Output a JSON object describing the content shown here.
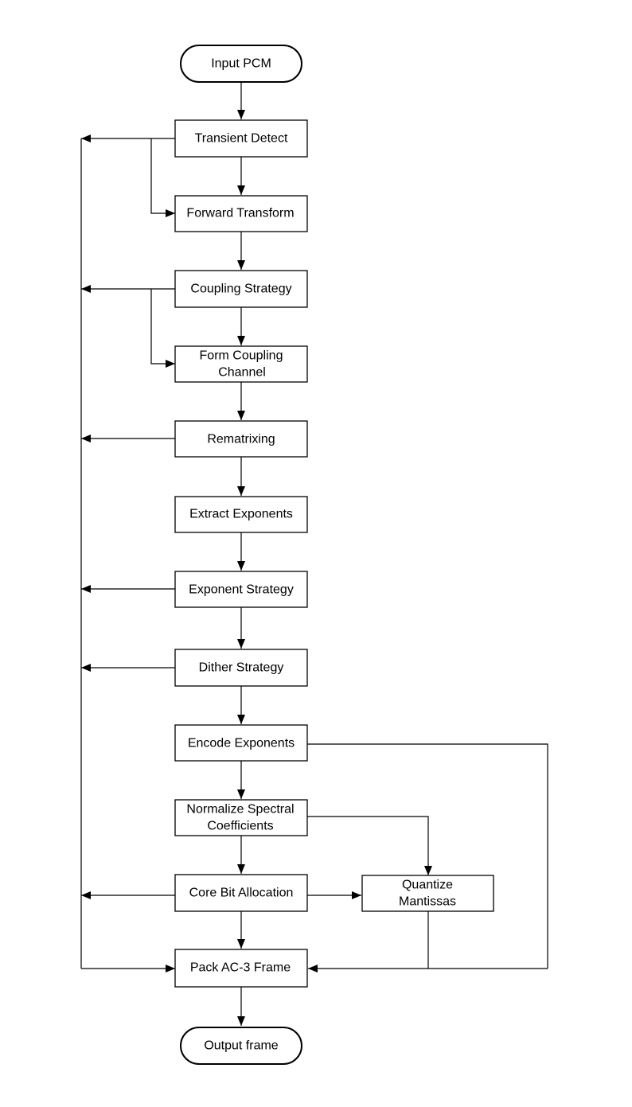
{
  "terminals": {
    "input": "Input PCM",
    "output": "Output frame"
  },
  "steps": {
    "transient_detect": [
      "Transient Detect"
    ],
    "forward_transform": [
      "Forward Transform"
    ],
    "coupling_strategy": [
      "Coupling Strategy"
    ],
    "form_coupling_channel": [
      "Form Coupling",
      "Channel"
    ],
    "rematrixing": [
      "Rematrixing"
    ],
    "extract_exponents": [
      "Extract Exponents"
    ],
    "exponent_strategy": [
      "Exponent Strategy"
    ],
    "dither_strategy": [
      "Dither Strategy"
    ],
    "encode_exponents": [
      "Encode Exponents"
    ],
    "normalize_spectral_coefficients": [
      "Normalize Spectral",
      "Coefficients"
    ],
    "core_bit_allocation": [
      "Core Bit Allocation"
    ],
    "quantize_mantissas": [
      "Quantize",
      "Mantissas"
    ],
    "pack_ac3_frame": [
      "Pack AC-3 Frame"
    ]
  }
}
